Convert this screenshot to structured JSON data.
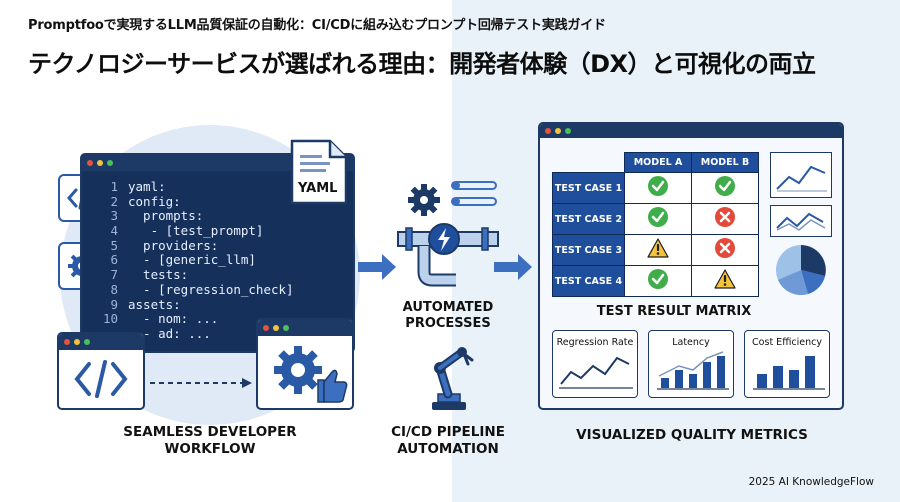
{
  "header": {
    "subtitle": "Promptfooで実現するLLM品質保証の自動化：CI/CDに組み込むプロンプト回帰テスト実践ガイド",
    "title": "テクノロジーサービスが選ばれる理由：開発者体験（DX）と可視化の両立"
  },
  "left": {
    "yaml_label": "YAML",
    "code_lines": [
      {
        "n": "1",
        "t": "yaml:"
      },
      {
        "n": "2",
        "t": "config:"
      },
      {
        "n": "3",
        "t": "  prompts:"
      },
      {
        "n": "4",
        "t": "   - [test_prompt]"
      },
      {
        "n": "5",
        "t": "  providers:"
      },
      {
        "n": "6",
        "t": "  - [generic_llm]"
      },
      {
        "n": "7",
        "t": "  tests:"
      },
      {
        "n": "8",
        "t": "  - [regression_check]"
      },
      {
        "n": "9",
        "t": "assets:"
      },
      {
        "n": "10",
        "t": "  - nom: ..."
      },
      {
        "n": "",
        "t": "  - ad: ..."
      }
    ],
    "caption_line1": "SEAMLESS DEVELOPER",
    "caption_line2": "WORKFLOW"
  },
  "middle": {
    "process_line1": "AUTOMATED",
    "process_line2": "PROCESSES",
    "caption_line1": "CI/CD PIPELINE",
    "caption_line2": "AUTOMATION"
  },
  "right": {
    "matrix": {
      "columns": [
        "MODEL A",
        "MODEL B"
      ],
      "rows": [
        {
          "label": "TEST CASE 1",
          "a": "pass",
          "b": "pass"
        },
        {
          "label": "TEST CASE 2",
          "a": "pass",
          "b": "fail"
        },
        {
          "label": "TEST CASE 3",
          "a": "warn",
          "b": "fail"
        },
        {
          "label": "TEST CASE 4",
          "a": "pass",
          "b": "warn"
        }
      ]
    },
    "matrix_caption": "TEST RESULT MATRIX",
    "metrics": [
      "Regression Rate",
      "Latency",
      "Cost Efficiency"
    ],
    "caption": "VISUALIZED QUALITY METRICS"
  },
  "footer": "2025 AI KnowledgeFlow",
  "colors": {
    "navy": "#1d3a66",
    "blue": "#1f4f9c",
    "code_bg": "#16305c",
    "pass": "#3fae4a",
    "fail": "#e24a3b",
    "warn": "#f3c33b"
  }
}
